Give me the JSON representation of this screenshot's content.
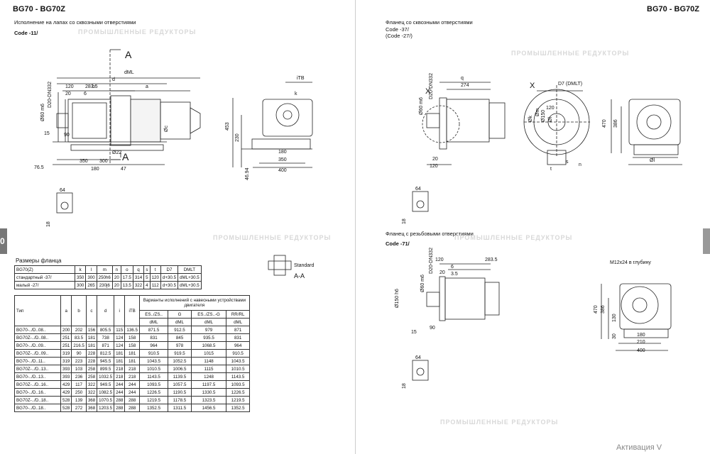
{
  "left_page": {
    "title": "BG70 - BG70Z",
    "caption": "Исполнение на лапах со сквозными отверстиями",
    "code": "Code -11/",
    "section_mark": "A",
    "dims": {
      "dml": "dML",
      "d": "d",
      "b": "b",
      "a": "a",
      "c": "c",
      "n120": "120",
      "n283_5": "283.5",
      "n20": "20",
      "n6": "6",
      "d60": "Ø60 m6",
      "d20": "D20-DN332",
      "phi_c": "Øc",
      "n15": "15",
      "n90": "90",
      "d22": "Ø22",
      "n76_5": "76.5",
      "n180": "180",
      "n47": "47",
      "n350": "350",
      "n300": "300",
      "n453": "453",
      "n230": "230",
      "n400": "400",
      "n46_94": "46.94",
      "itb": "iТВ",
      "k": "k",
      "n64": "64",
      "n18": "18"
    },
    "section_label": "A-A",
    "section_note": "Standard",
    "flange_table": {
      "title": "Размеры фланца",
      "headers": [
        "BG70(Z)",
        "k",
        "l",
        "m",
        "n",
        "o",
        "q",
        "s",
        "t",
        "D7",
        "DMLT"
      ],
      "rows": [
        [
          "стандартный -37/",
          "350",
          "300",
          "250h6",
          "20",
          "17.5",
          "314",
          "5",
          "120",
          "d+30.5",
          "dML+30.5"
        ],
        [
          "малый -27/",
          "300",
          "265",
          "230j6",
          "20",
          "13.5",
          "322",
          "4",
          "112",
          "d+30.5",
          "dML+30.5"
        ]
      ]
    },
    "main_table": {
      "group_header": "Варианты исполнений с навесными устройствами двигателя",
      "col_type": "Тип",
      "cols": [
        "a",
        "b",
        "c",
        "d",
        "i",
        "iТВ"
      ],
      "motor_cols": [
        "ES../ZS..",
        "G",
        "ES../ZS..-G",
        "RR/RL"
      ],
      "sub": "dML",
      "rows": [
        [
          "BG70-../D..08..",
          "200",
          "202",
          "156",
          "805.5",
          "115",
          "136.5",
          "871.5",
          "912.5",
          "979",
          "871"
        ],
        [
          "BG70Z-../D..08..",
          "251",
          "83.5",
          "181",
          "738",
          "124",
          "158",
          "831",
          "845",
          "935.5",
          "831"
        ],
        [
          "BG70-../D..09..",
          "251",
          "216.5",
          "181",
          "871",
          "124",
          "158",
          "964",
          "978",
          "1068.5",
          "964"
        ],
        [
          "BG70Z-../D..09..",
          "319",
          "90",
          "228",
          "812.5",
          "181",
          "181",
          "910.5",
          "919.5",
          "1015",
          "910.5"
        ],
        [
          "BG70-../D..11..",
          "319",
          "223",
          "228",
          "945.5",
          "181",
          "181",
          "1043.5",
          "1052.5",
          "1148",
          "1043.5"
        ],
        [
          "BG70Z-../D..13..",
          "393",
          "103",
          "258",
          "899.5",
          "218",
          "218",
          "1010.5",
          "1006.5",
          "1115",
          "1010.5"
        ],
        [
          "BG70-../D..13..",
          "393",
          "236",
          "258",
          "1032.5",
          "218",
          "218",
          "1143.5",
          "1139.5",
          "1248",
          "1143.5"
        ],
        [
          "BG70Z-../D..16..",
          "429",
          "117",
          "322",
          "949.5",
          "244",
          "244",
          "1093.5",
          "1057.5",
          "1197.5",
          "1093.5"
        ],
        [
          "BG70-../D..16..",
          "429",
          "250",
          "322",
          "1082.5",
          "244",
          "244",
          "1226.5",
          "1190.5",
          "1330.5",
          "1226.5"
        ],
        [
          "BG70Z-../D..18..",
          "528",
          "139",
          "368",
          "1070.5",
          "288",
          "288",
          "1219.5",
          "1178.5",
          "1323.5",
          "1219.5"
        ],
        [
          "BG70-../D..18..",
          "528",
          "272",
          "368",
          "1203.5",
          "288",
          "288",
          "1352.5",
          "1311.5",
          "1456.5",
          "1352.5"
        ]
      ]
    },
    "tab_mark": "0"
  },
  "right_page": {
    "title": "BG70 - BG70Z",
    "caption1": "Фланец со сквозными отверстиями",
    "code1a": "Code -37/",
    "code1b": "(Code -27/)",
    "caption2": "Фланец с резьбовыми отверстиями",
    "code2": "Code -71/",
    "dims": {
      "q": "q",
      "n274": "274",
      "X": "X",
      "d60": "Ø60 m6",
      "d20": "D20-DN332",
      "phi_k": "Øk",
      "phi_m": "Øm",
      "phi_150": "Ø150",
      "phi_l": "Øl",
      "D7": "D7 (DMLT)",
      "n120": "120",
      "n20": "20",
      "t": "t",
      "s": "s",
      "n": "n",
      "n470": "470",
      "n386": "386",
      "n64": "64",
      "n18": "18",
      "n283_5": "283.5",
      "n6": "6",
      "n3_5": "3.5",
      "n15": "15",
      "n90": "90",
      "phi150h6": "Ø150 h6",
      "m12": "M12x24 в глубину",
      "n180": "180",
      "n210": "210",
      "n400": "400",
      "n130": "130",
      "n30": "30"
    }
  },
  "watermark": "ПРОМЫШЛЕННЫЕ РЕДУКТОРЫ",
  "activation": "Активация V"
}
